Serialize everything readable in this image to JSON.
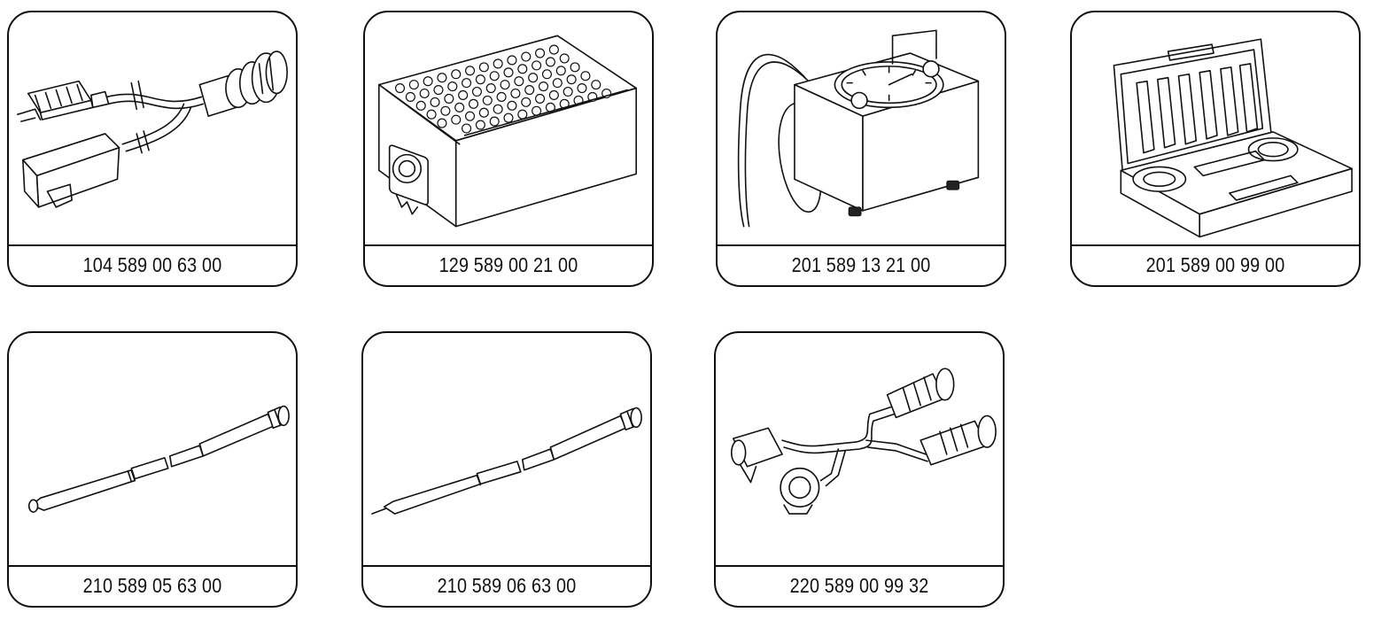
{
  "items": [
    {
      "part_number": "104 589 00 63 00",
      "icon": "adapter-cable-icon"
    },
    {
      "part_number": "129 589 00 21 00",
      "icon": "socket-box-icon"
    },
    {
      "part_number": "201 589 13 21 00",
      "icon": "tester-dial-icon"
    },
    {
      "part_number": "201 589 00 99 00",
      "icon": "tool-case-icon"
    },
    {
      "part_number": "210 589 05 63 00",
      "icon": "test-probe-icon"
    },
    {
      "part_number": "210 589 06 63 00",
      "icon": "test-probe-fine-icon"
    },
    {
      "part_number": "220 589 00 99 32",
      "icon": "y-adapter-cable-icon"
    }
  ]
}
